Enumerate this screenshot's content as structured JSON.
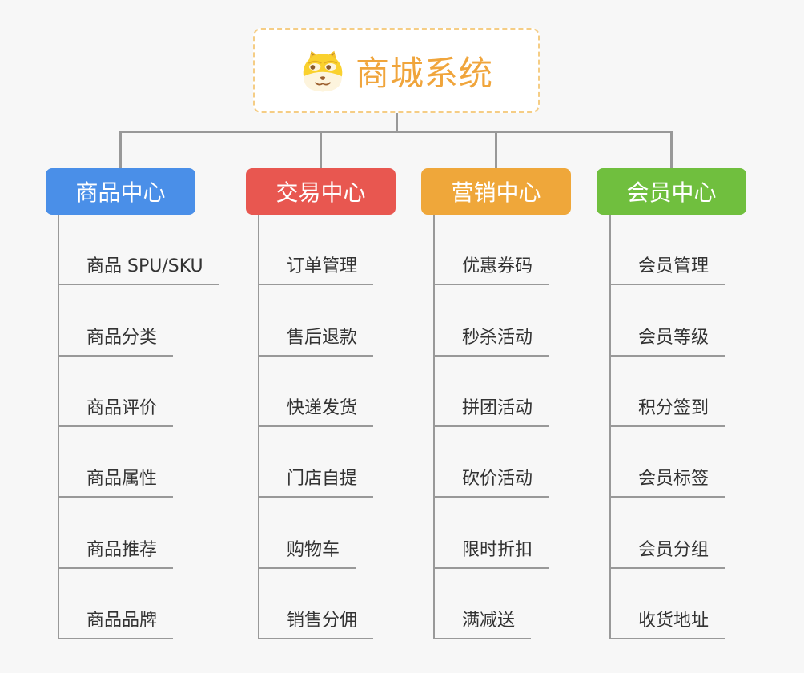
{
  "background": "#F7F7F7",
  "connector_color": "#999999",
  "root": {
    "title": "商城系统",
    "icon": "doge-face-icon",
    "text_color": "#F0A53C",
    "border_color": "#F5CD85"
  },
  "branches": [
    {
      "id": "product-center",
      "label": "商品中心",
      "color": "#4A8FE8",
      "children": [
        "商品 SPU/SKU",
        "商品分类",
        "商品评价",
        "商品属性",
        "商品推荐",
        "商品品牌"
      ]
    },
    {
      "id": "trade-center",
      "label": "交易中心",
      "color": "#E85750",
      "children": [
        "订单管理",
        "售后退款",
        "快递发货",
        "门店自提",
        "购物车",
        "销售分佣"
      ]
    },
    {
      "id": "marketing-center",
      "label": "营销中心",
      "color": "#EFA73A",
      "children": [
        "优惠券码",
        "秒杀活动",
        "拼团活动",
        "砍价活动",
        "限时折扣",
        "满减送"
      ]
    },
    {
      "id": "member-center",
      "label": "会员中心",
      "color": "#70BF3E",
      "children": [
        "会员管理",
        "会员等级",
        "积分签到",
        "会员标签",
        "会员分组",
        "收货地址"
      ]
    }
  ]
}
